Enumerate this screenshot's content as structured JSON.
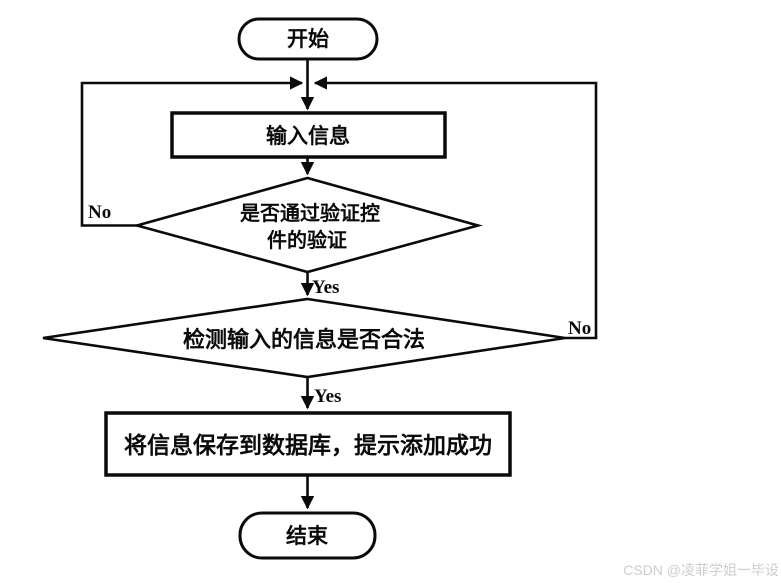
{
  "canvas": {
    "background": "#ffffff",
    "ink": "#0a0a0a"
  },
  "flowchart": {
    "start": {
      "label": "开始"
    },
    "input_step": {
      "label": "输入信息"
    },
    "decision_validation": {
      "label_line1": "是否通过验证控",
      "label_line2": "件的验证",
      "no_label": "No",
      "yes_label": "Yes"
    },
    "decision_legality": {
      "label": "检测输入的信息是否合法",
      "no_label": "No",
      "yes_label": "Yes"
    },
    "save_step": {
      "label": "将信息保存到数据库，提示添加成功"
    },
    "end": {
      "label": "结束"
    }
  },
  "watermark": {
    "text": "CSDN @凌菲学姐一毕设",
    "color": "#cdcdcd"
  }
}
